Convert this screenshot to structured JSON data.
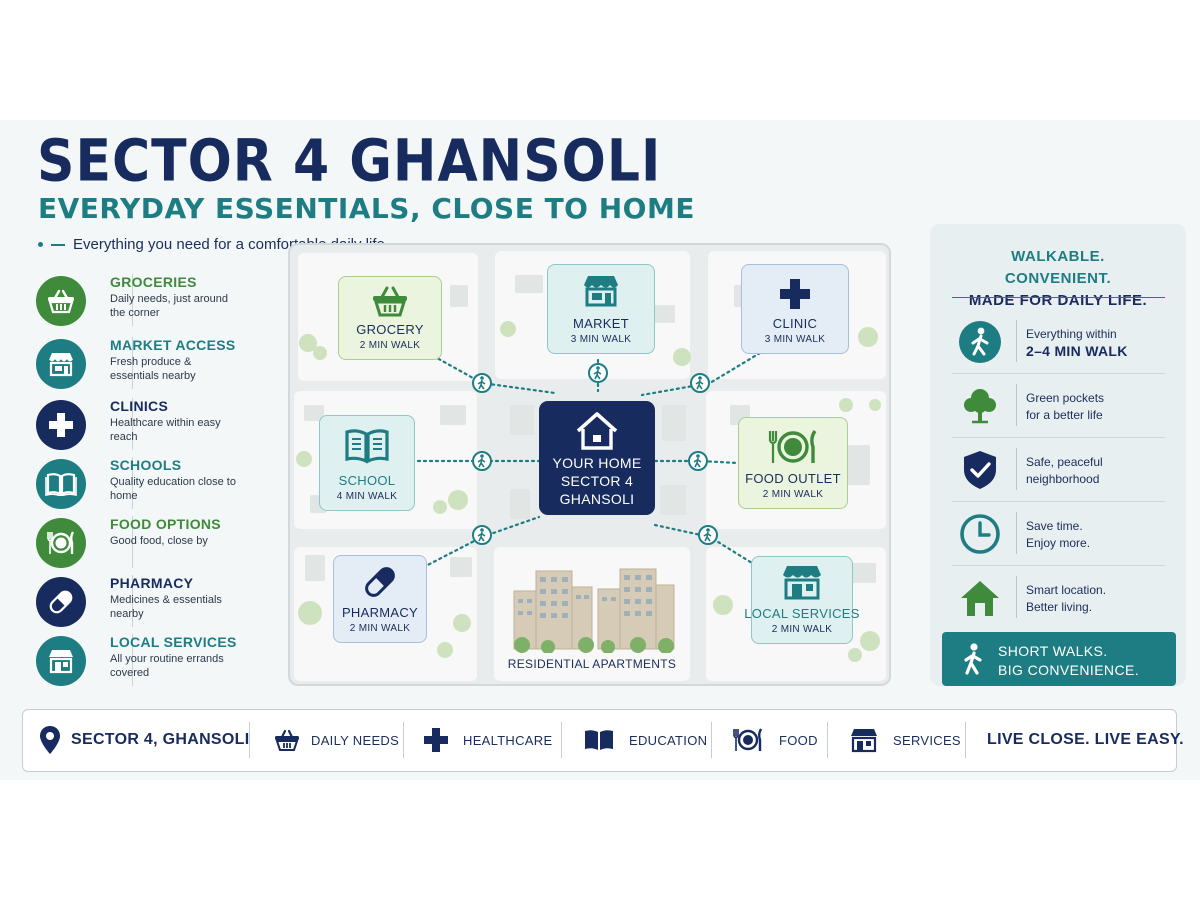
{
  "header": {
    "title": "SECTOR 4 GHANSOLI",
    "subtitle": "EVERYDAY ESSENTIALS, CLOSE TO HOME",
    "tagline": "Everything you need for a comfortable daily life."
  },
  "features": [
    {
      "title": "GROCERIES",
      "desc": "Daily needs, just around the corner",
      "icon": "basket-icon",
      "color": "#3f8a3b"
    },
    {
      "title": "MARKET ACCESS",
      "desc": "Fresh produce & essentials nearby",
      "icon": "storefront-icon",
      "color": "#1e7d83"
    },
    {
      "title": "CLINICS",
      "desc": "Healthcare within easy reach",
      "icon": "medical-cross-icon",
      "color": "#172b5e"
    },
    {
      "title": "SCHOOLS",
      "desc": "Quality education close to home",
      "icon": "book-icon",
      "color": "#1e7d83"
    },
    {
      "title": "FOOD OPTIONS",
      "desc": "Good food, close by",
      "icon": "plate-cutlery-icon",
      "color": "#3f8a3b"
    },
    {
      "title": "PHARMACY",
      "desc": "Medicines & essentials nearby",
      "icon": "pill-icon",
      "color": "#172b5e"
    },
    {
      "title": "LOCAL SERVICES",
      "desc": "All your routine errands covered",
      "icon": "shop-icon",
      "color": "#1e7d83"
    }
  ],
  "map": {
    "home": {
      "line1": "YOUR HOME",
      "line2": "SECTOR 4",
      "line3": "GHANSOLI"
    },
    "places": [
      {
        "label": "GROCERY",
        "walk": "2 MIN WALK"
      },
      {
        "label": "MARKET",
        "walk": "3 MIN WALK"
      },
      {
        "label": "CLINIC",
        "walk": "3 MIN WALK"
      },
      {
        "label": "SCHOOL",
        "walk": "4 MIN WALK"
      },
      {
        "label": "FOOD OUTLET",
        "walk": "2 MIN WALK"
      },
      {
        "label": "PHARMACY",
        "walk": "2 MIN WALK"
      },
      {
        "label": "LOCAL SERVICES",
        "walk": "2 MIN WALK"
      }
    ],
    "apartments_label": "RESIDENTIAL APARTMENTS"
  },
  "panel": {
    "title_line1": "WALKABLE. CONVENIENT.",
    "title_line2": "MADE FOR DAILY LIFE.",
    "items": [
      {
        "line1": "Everything within",
        "line2": "2–4 MIN WALK",
        "icon": "walking-person-icon"
      },
      {
        "line1": "Green pockets",
        "line2": "for a better life",
        "icon": "tree-icon"
      },
      {
        "line1": "Safe, peaceful",
        "line2": "neighborhood",
        "icon": "shield-check-icon"
      },
      {
        "line1": "Save time.",
        "line2": "Enjoy more.",
        "icon": "clock-icon"
      },
      {
        "line1": "Smart location.",
        "line2": "Better living.",
        "icon": "house-icon"
      }
    ],
    "cta_line1": "SHORT WALKS.",
    "cta_line2": "BIG CONVENIENCE."
  },
  "footer": {
    "location": "SECTOR 4, GHANSOLI",
    "items": [
      "DAILY NEEDS",
      "HEALTHCARE",
      "EDUCATION",
      "FOOD",
      "SERVICES"
    ],
    "slogan": "LIVE CLOSE. LIVE EASY."
  },
  "colors": {
    "navy": "#172b5e",
    "teal": "#1e7d83",
    "green": "#3f8a3b"
  }
}
